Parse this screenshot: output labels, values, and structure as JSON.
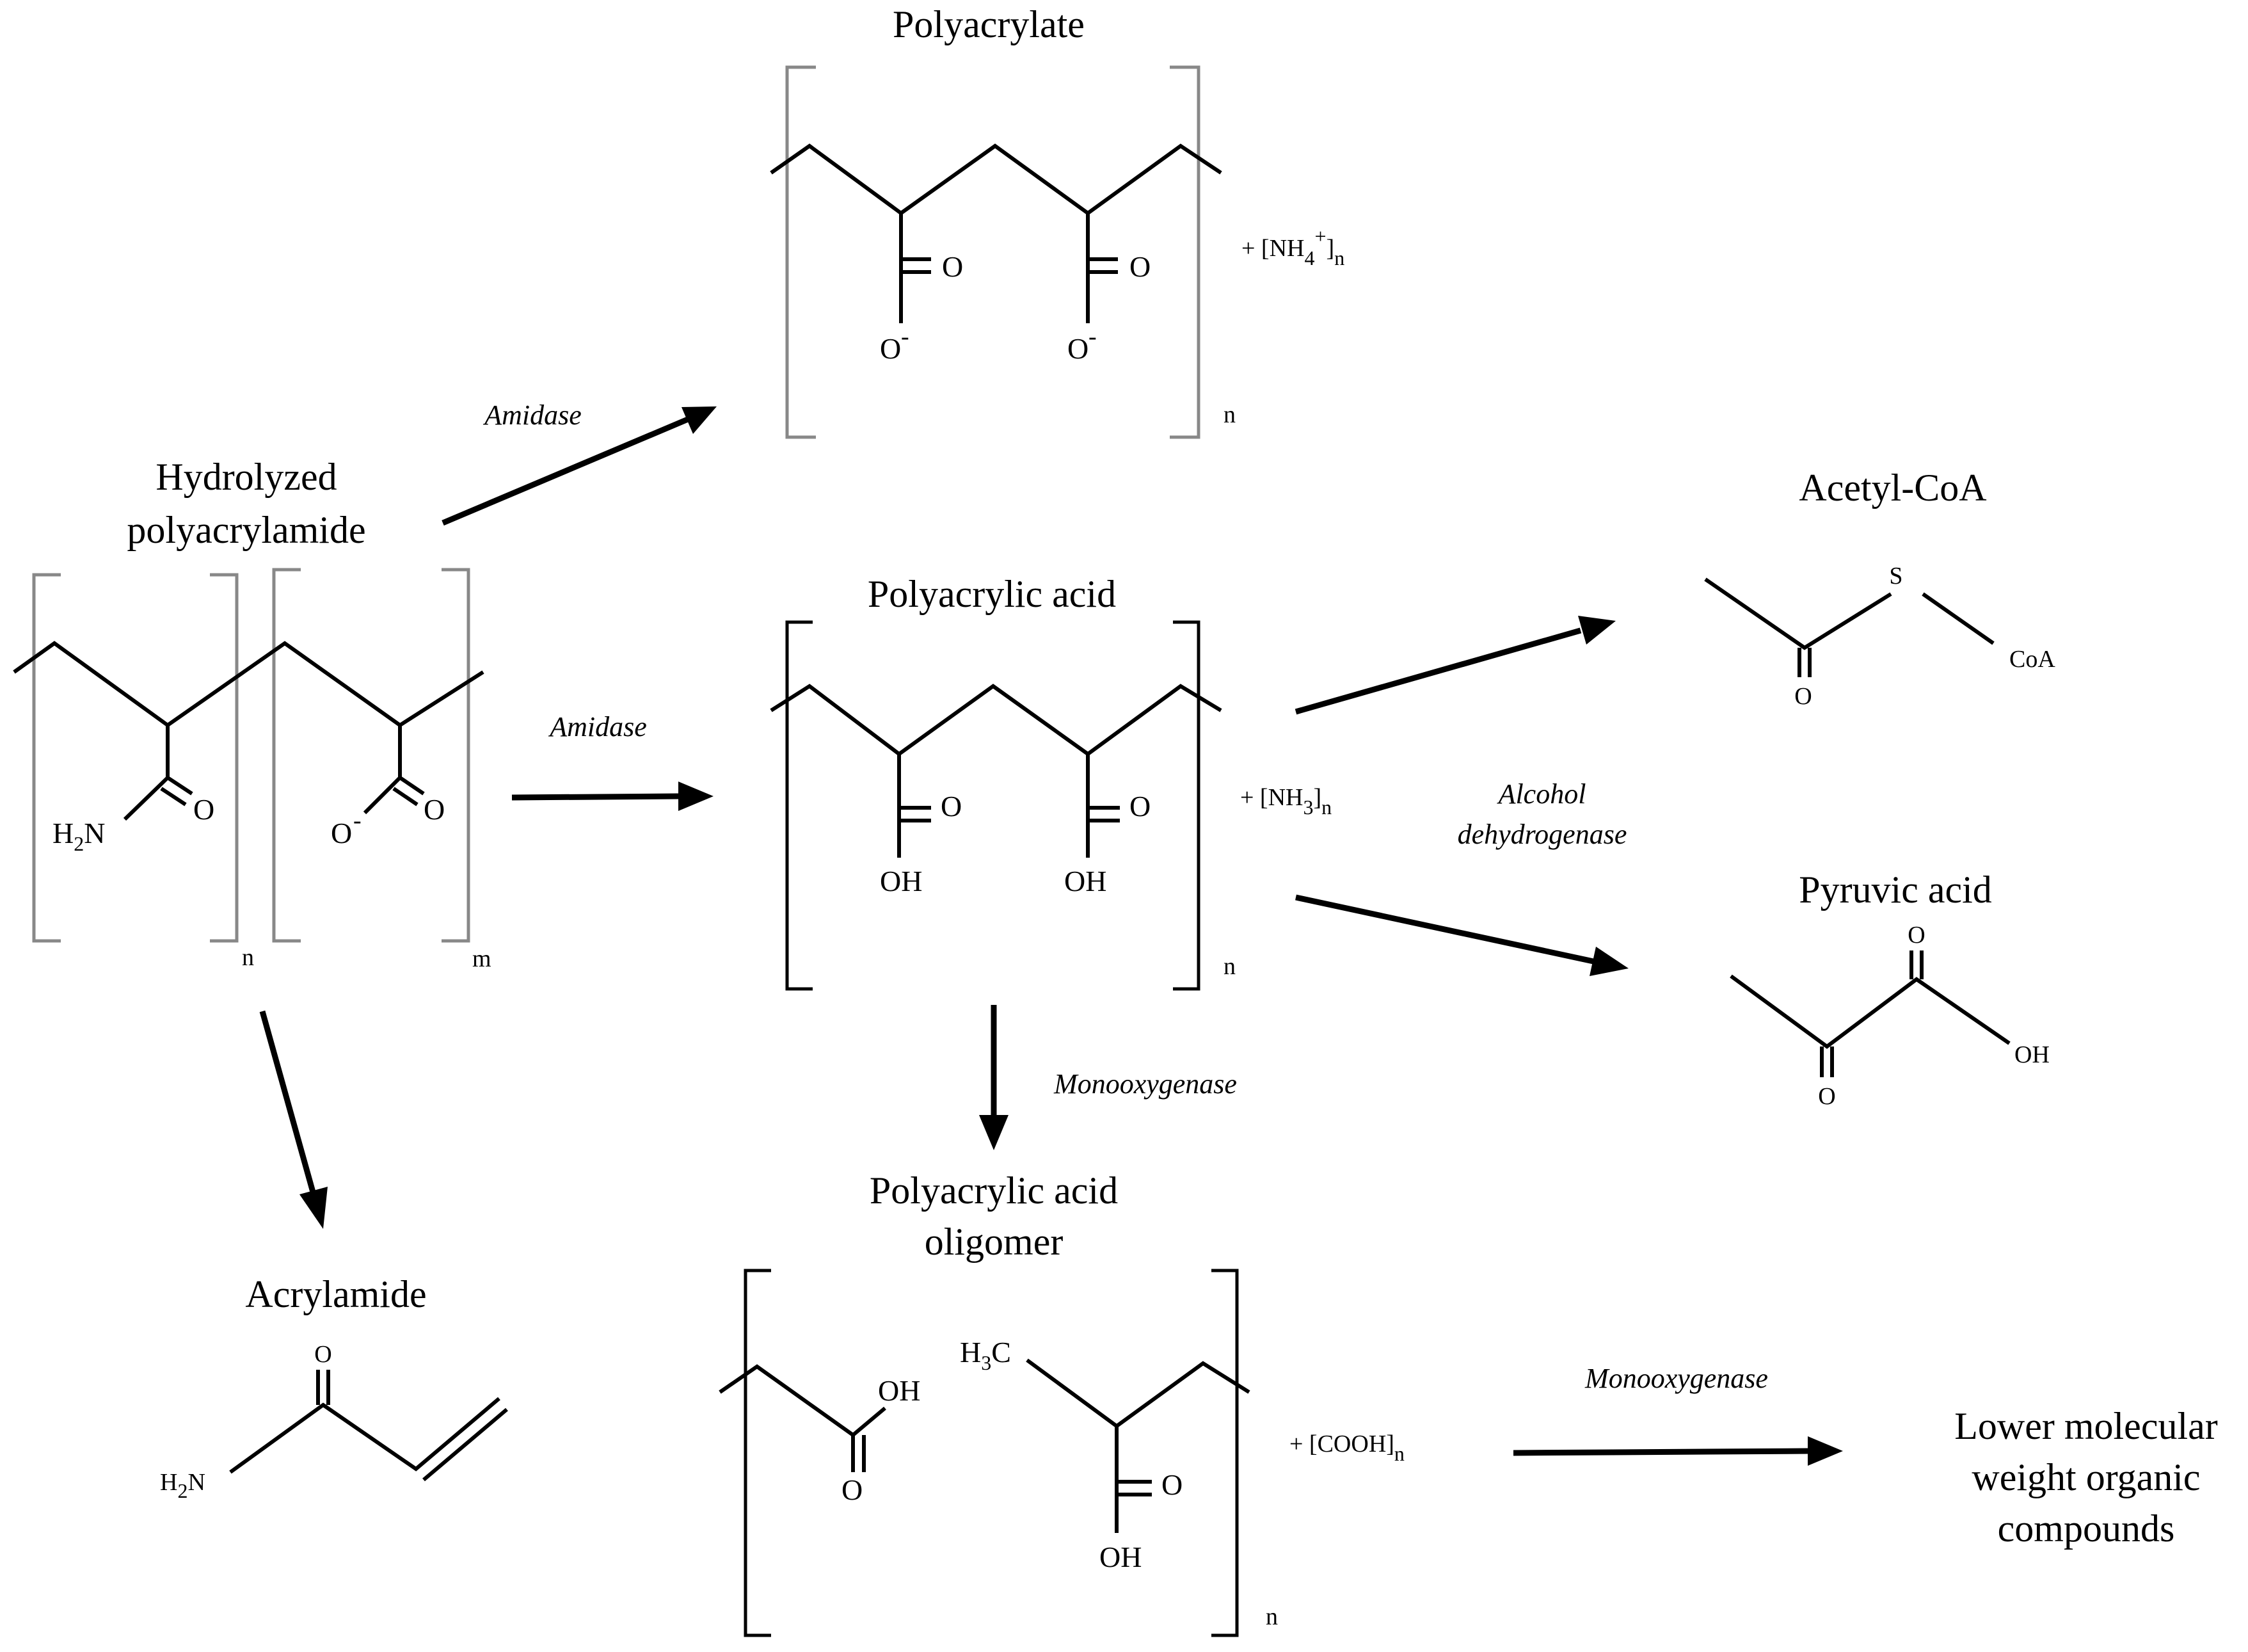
{
  "titles": {
    "polyacrylate": "Polyacrylate",
    "hpam_line1": "Hydrolyzed",
    "hpam_line2": "polyacrylamide",
    "polyacrylic_acid": "Polyacrylic acid",
    "acetyl_coa": "Acetyl-CoA",
    "pyruvic_acid": "Pyruvic acid",
    "oligomer_line1": "Polyacrylic acid",
    "oligomer_line2": "oligomer",
    "acrylamide": "Acrylamide",
    "lower_line1": "Lower molecular",
    "lower_line2": "weight organic",
    "lower_line3": "compounds"
  },
  "enzymes": {
    "amidase_top": "Amidase",
    "amidase_mid": "Amidase",
    "alcohol_line1": "Alcohol",
    "alcohol_line2": "dehydrogenase",
    "monooxygenase_mid": "Monooxygenase",
    "monooxygenase_bottom": "Monooxygenase"
  },
  "byproducts": {
    "ammonium": {
      "open": "+ [NH",
      "sub": "4",
      "sup": "+",
      "close": "]",
      "n": "n"
    },
    "ammonia": {
      "open": "+ [NH",
      "sub": "3",
      "close": "]",
      "n": "n"
    },
    "carboxyl": {
      "open": "+ [COOH]",
      "n": "n"
    }
  },
  "atoms": {
    "O": "O",
    "O_minus": "O",
    "minus": "-",
    "OH": "OH",
    "H2N_H": "H",
    "H2N_2": "2",
    "H2N_N": "N",
    "H3C_H": "H",
    "H3C_3": "3",
    "H3C_C": "C",
    "S": "S",
    "CoA": "CoA"
  },
  "subscripts": {
    "n": "n",
    "m": "m"
  }
}
